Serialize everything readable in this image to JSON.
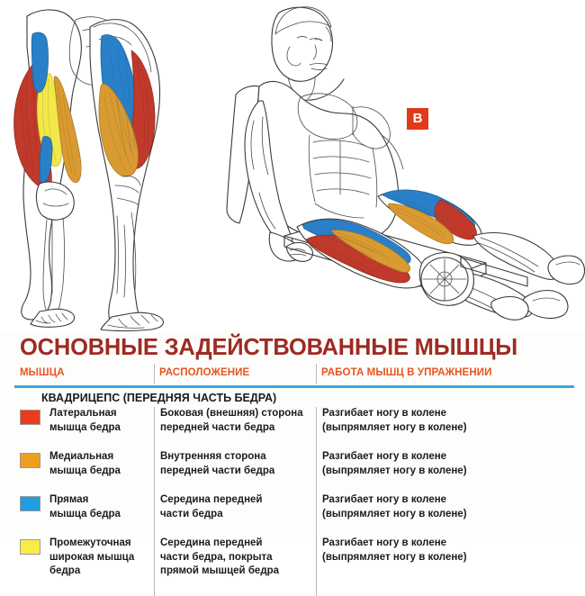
{
  "illustration": {
    "left_figure_alt": "Анатомическая схема ног: вид сзади и сбоку с выделенными мышцами квадрицепса",
    "right_figure_alt": "Спортсмен выполняет разгибание ног в тренажёре сидя",
    "step_badge": "В"
  },
  "table": {
    "title": "ОСНОВНЫЕ ЗАДЕЙСТВОВАННЫЕ МЫШЦЫ",
    "columns": [
      "МЫШЦА",
      "РАСПОЛОЖЕНИЕ",
      "РАБОТА МЫШЦ В УПРАЖНЕНИИ"
    ],
    "group_title": "КВАДРИЦЕПС (ПЕРЕДНЯЯ ЧАСТЬ БЕДРА)",
    "rows": [
      {
        "color": "#ed3a1c",
        "muscle": [
          "Латеральная",
          "мышца бедра"
        ],
        "location": [
          "Боковая (внешняя) сторона",
          "передней части бедра"
        ],
        "action": [
          "Разгибает ногу в колене",
          "(выпрямляет ногу в колене)"
        ]
      },
      {
        "color": "#eda01e",
        "muscle": [
          "Медиальная",
          "мышца бедра"
        ],
        "location": [
          "Внутренняя сторона",
          "передней части бедра"
        ],
        "action": [
          "Разгибает ногу в колене",
          "(выпрямляет ногу в колене)"
        ]
      },
      {
        "color": "#1e9ee0",
        "muscle": [
          "Прямая",
          "мышца бедра"
        ],
        "location": [
          "Середина передней",
          "части бедра"
        ],
        "action": [
          "Разгибает ногу в колене",
          "(выпрямляет ногу в колене)"
        ]
      },
      {
        "color": "#f9ed45",
        "muscle": [
          "Промежуточная",
          "широкая мышца",
          "бедра"
        ],
        "location": [
          "Середина передней",
          "части бедра, покрыта",
          "прямой мышцей бедра"
        ],
        "action": [
          "Разгибает ногу в колене",
          "(выпрямляет ногу в колене)"
        ]
      }
    ]
  },
  "colors": {
    "title_red": "#9e2b23",
    "header_orange": "#e8541f",
    "rule_blue": "#3ba7dd",
    "badge_red": "#e03a18",
    "text_dark": "#1b1b1b",
    "muscle_red": "#c0392b",
    "muscle_orange": "#d99a31",
    "muscle_blue": "#2980c9",
    "muscle_yellow": "#f2e84a",
    "outline": "#3a3a3a"
  }
}
